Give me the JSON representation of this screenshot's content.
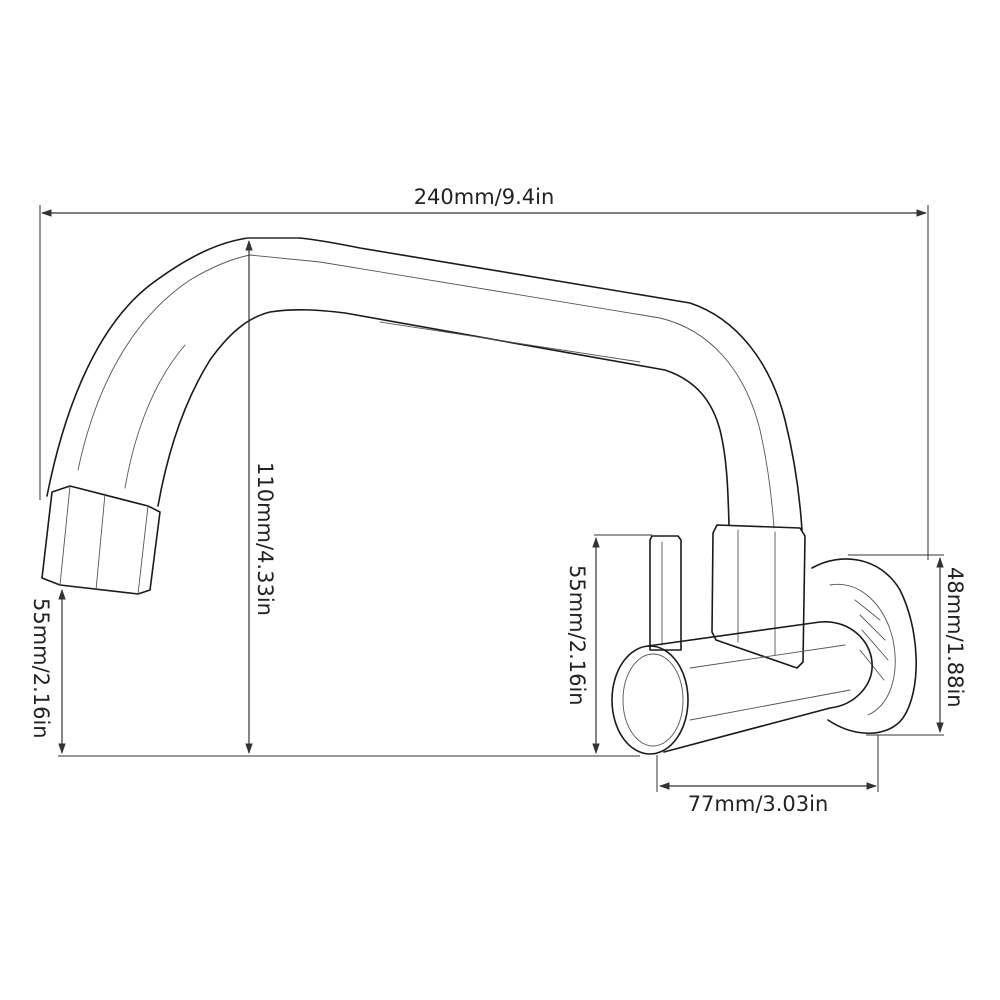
{
  "diagram": {
    "subject_icon": "wall-mounted-faucet-sketch",
    "colors": {
      "background": "#ffffff",
      "line": "#1a1a1a",
      "dimension": "#333333",
      "text": "#222222"
    },
    "dimensions": {
      "overall_width": "240mm/9.4in",
      "spout_height": "110mm/4.33in",
      "outlet_height": "55mm/2.16in",
      "handle_height": "55mm/2.16in",
      "flange_diameter": "48mm/1.88in",
      "body_depth": "77mm/3.03in"
    }
  }
}
